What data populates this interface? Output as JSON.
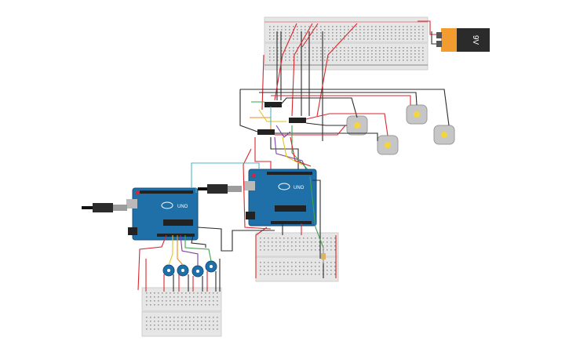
{
  "battery": {
    "label": "9V"
  },
  "arduino_left": {
    "logo_text": "UNO"
  },
  "arduino_right": {
    "logo_text": "UNO"
  },
  "colors": {
    "board_blue": "#1f6fa8",
    "breadboard": "#e6e6e6",
    "battery_orange": "#f29b2e",
    "wire_red": "#d9262c",
    "wire_black": "#2b2b2b",
    "wire_cyan": "#4fb6c7",
    "wire_green": "#3fa34d",
    "wire_yellow": "#e3c21a",
    "wire_purple": "#7a3fa3",
    "wire_orange": "#e98a25",
    "motor_hub": "#f4d63a"
  }
}
